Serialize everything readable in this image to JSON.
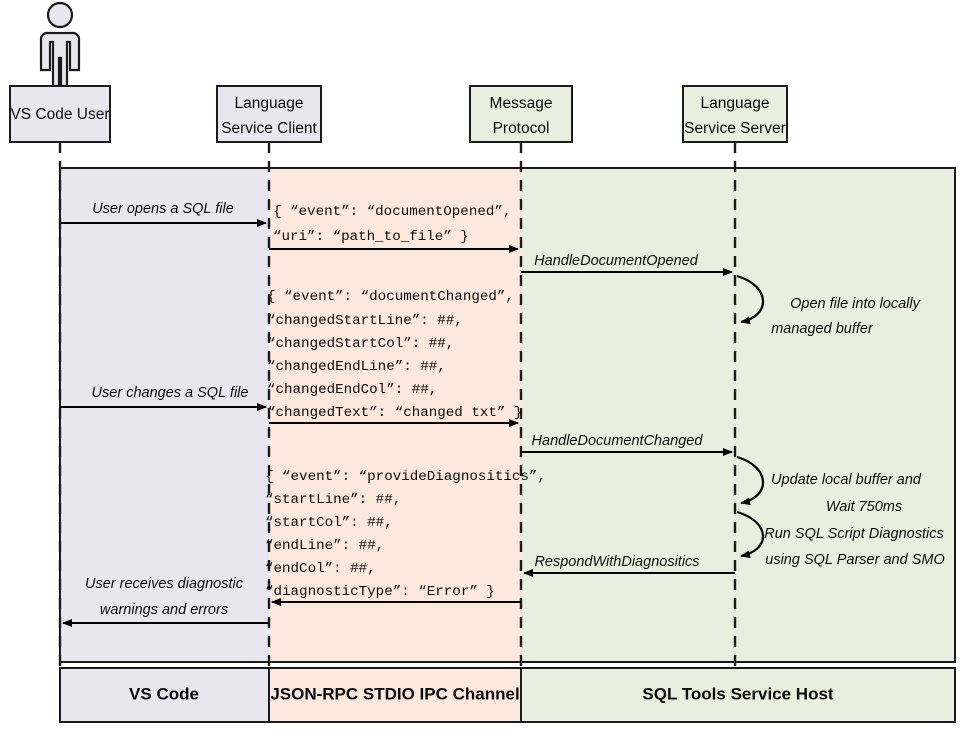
{
  "diagram": {
    "title": "SQL Tools Service language service sequence diagram",
    "colors": {
      "band_vscode": "#e8e6ef",
      "band_ipc": "#fce8dc",
      "band_host": "#e9efde",
      "stroke": "#1a1a1a"
    },
    "actor": {
      "icon": "person-icon",
      "label": "VS Code User"
    },
    "participants": [
      {
        "id": "vscode-user",
        "line1": "VS Code User",
        "line2": "",
        "fill": "#e8e6ef"
      },
      {
        "id": "language-client",
        "line1": "Language",
        "line2": "Service Client",
        "fill": "#e8e6ef"
      },
      {
        "id": "message-protocol",
        "line1": "Message",
        "line2": "Protocol",
        "fill": "#e9efde"
      },
      {
        "id": "language-server",
        "line1": "Language",
        "line2": "Service Server",
        "fill": "#e9efde"
      }
    ],
    "messages": [
      {
        "id": "user-opens-file",
        "label": "User opens a SQL file"
      },
      {
        "id": "handle-document-opened",
        "label": "HandleDocumentOpened"
      },
      {
        "id": "user-changes-file",
        "label": "User changes a SQL file"
      },
      {
        "id": "handle-document-changed",
        "label": "HandleDocumentChanged"
      },
      {
        "id": "respond-with-diagnostics",
        "label": "RespondWithDiagnositics"
      },
      {
        "id": "user-receives-1",
        "label": "User receives diagnostic"
      },
      {
        "id": "user-receives-2",
        "label": "warnings and errors"
      }
    ],
    "self_notes": [
      {
        "id": "open-file-note",
        "line1": "Open file into locally",
        "line2": "managed buffer"
      },
      {
        "id": "update-buffer-note",
        "line1": "Update local buffer and",
        "line2": "Wait 750ms"
      },
      {
        "id": "run-diagnostics-note",
        "line1": "Run SQL Script Diagnostics",
        "line2": "using SQL Parser and SMO"
      }
    ],
    "payloads": [
      {
        "id": "document-opened-payload",
        "lines": [
          "{ “event”: “documentOpened”,",
          "   “uri”: “path_to_file” }"
        ]
      },
      {
        "id": "document-changed-payload",
        "lines": [
          "{ “event”: “documentChanged”,",
          "   “changedStartLine”: ##,",
          "   “changedStartCol”: ##,",
          "   “changedEndLine”: ##,",
          "   “changedEndCol”: ##,",
          "   “changedText”: “changed txt” }"
        ]
      },
      {
        "id": "provide-diagnostics-payload",
        "lines": [
          "{ “event”: “provideDiagnositics”,",
          "   “startLine”: ##,",
          "   “startCol”: ##,",
          "   “endLine”: ##,",
          "   “endCol”: ##,",
          "   “diagnosticType”: “Error” }"
        ]
      }
    ],
    "footer": [
      {
        "id": "footer-vscode",
        "label": "VS Code"
      },
      {
        "id": "footer-ipc",
        "label": "JSON-RPC STDIO IPC Channel"
      },
      {
        "id": "footer-host",
        "label": "SQL Tools Service Host"
      }
    ]
  }
}
